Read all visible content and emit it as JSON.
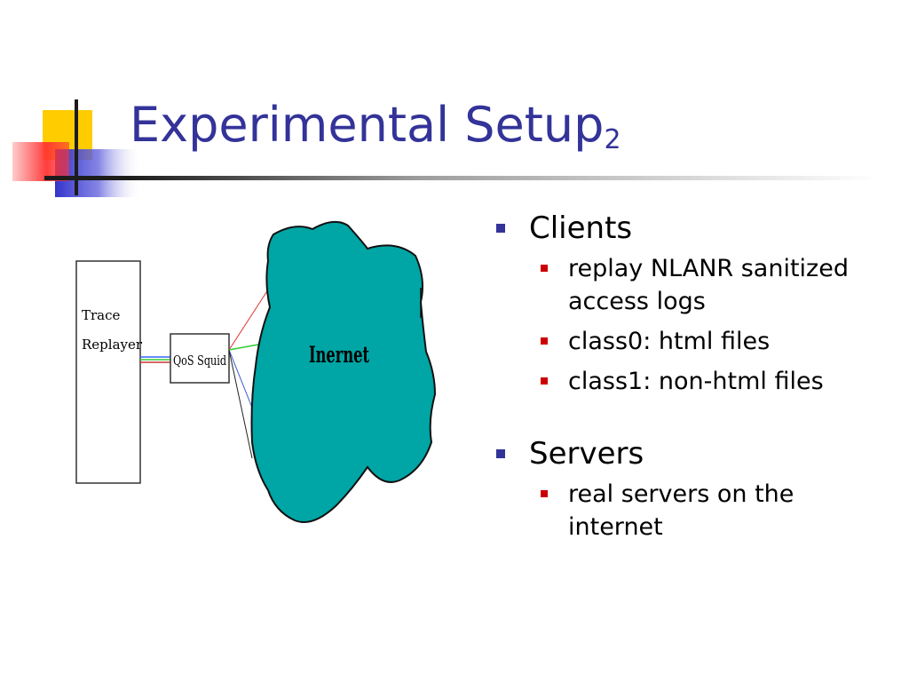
{
  "slide": {
    "title": "Experimental Setup",
    "title_subscript": "2"
  },
  "diagram": {
    "trace_replayer_label_line1": "Trace",
    "trace_replayer_label_line2": "Replayer",
    "qos_squid_label": "QoS Squid",
    "internet_label": "Inernet"
  },
  "bullets": {
    "clients": {
      "label": "Clients",
      "items": [
        "replay NLANR sanitized access logs",
        "class0: html files",
        "class1: non-html files"
      ]
    },
    "servers": {
      "label": "Servers",
      "items": [
        "real servers on the internet"
      ]
    }
  },
  "colors": {
    "title": "#333399",
    "cloud_fill": "#00a5a5",
    "bullet_level1": "#333399",
    "bullet_level2": "#cc0000",
    "deco_yellow": "#ffcc00",
    "deco_red": "#ff3333",
    "deco_blue": "#3333cc"
  }
}
